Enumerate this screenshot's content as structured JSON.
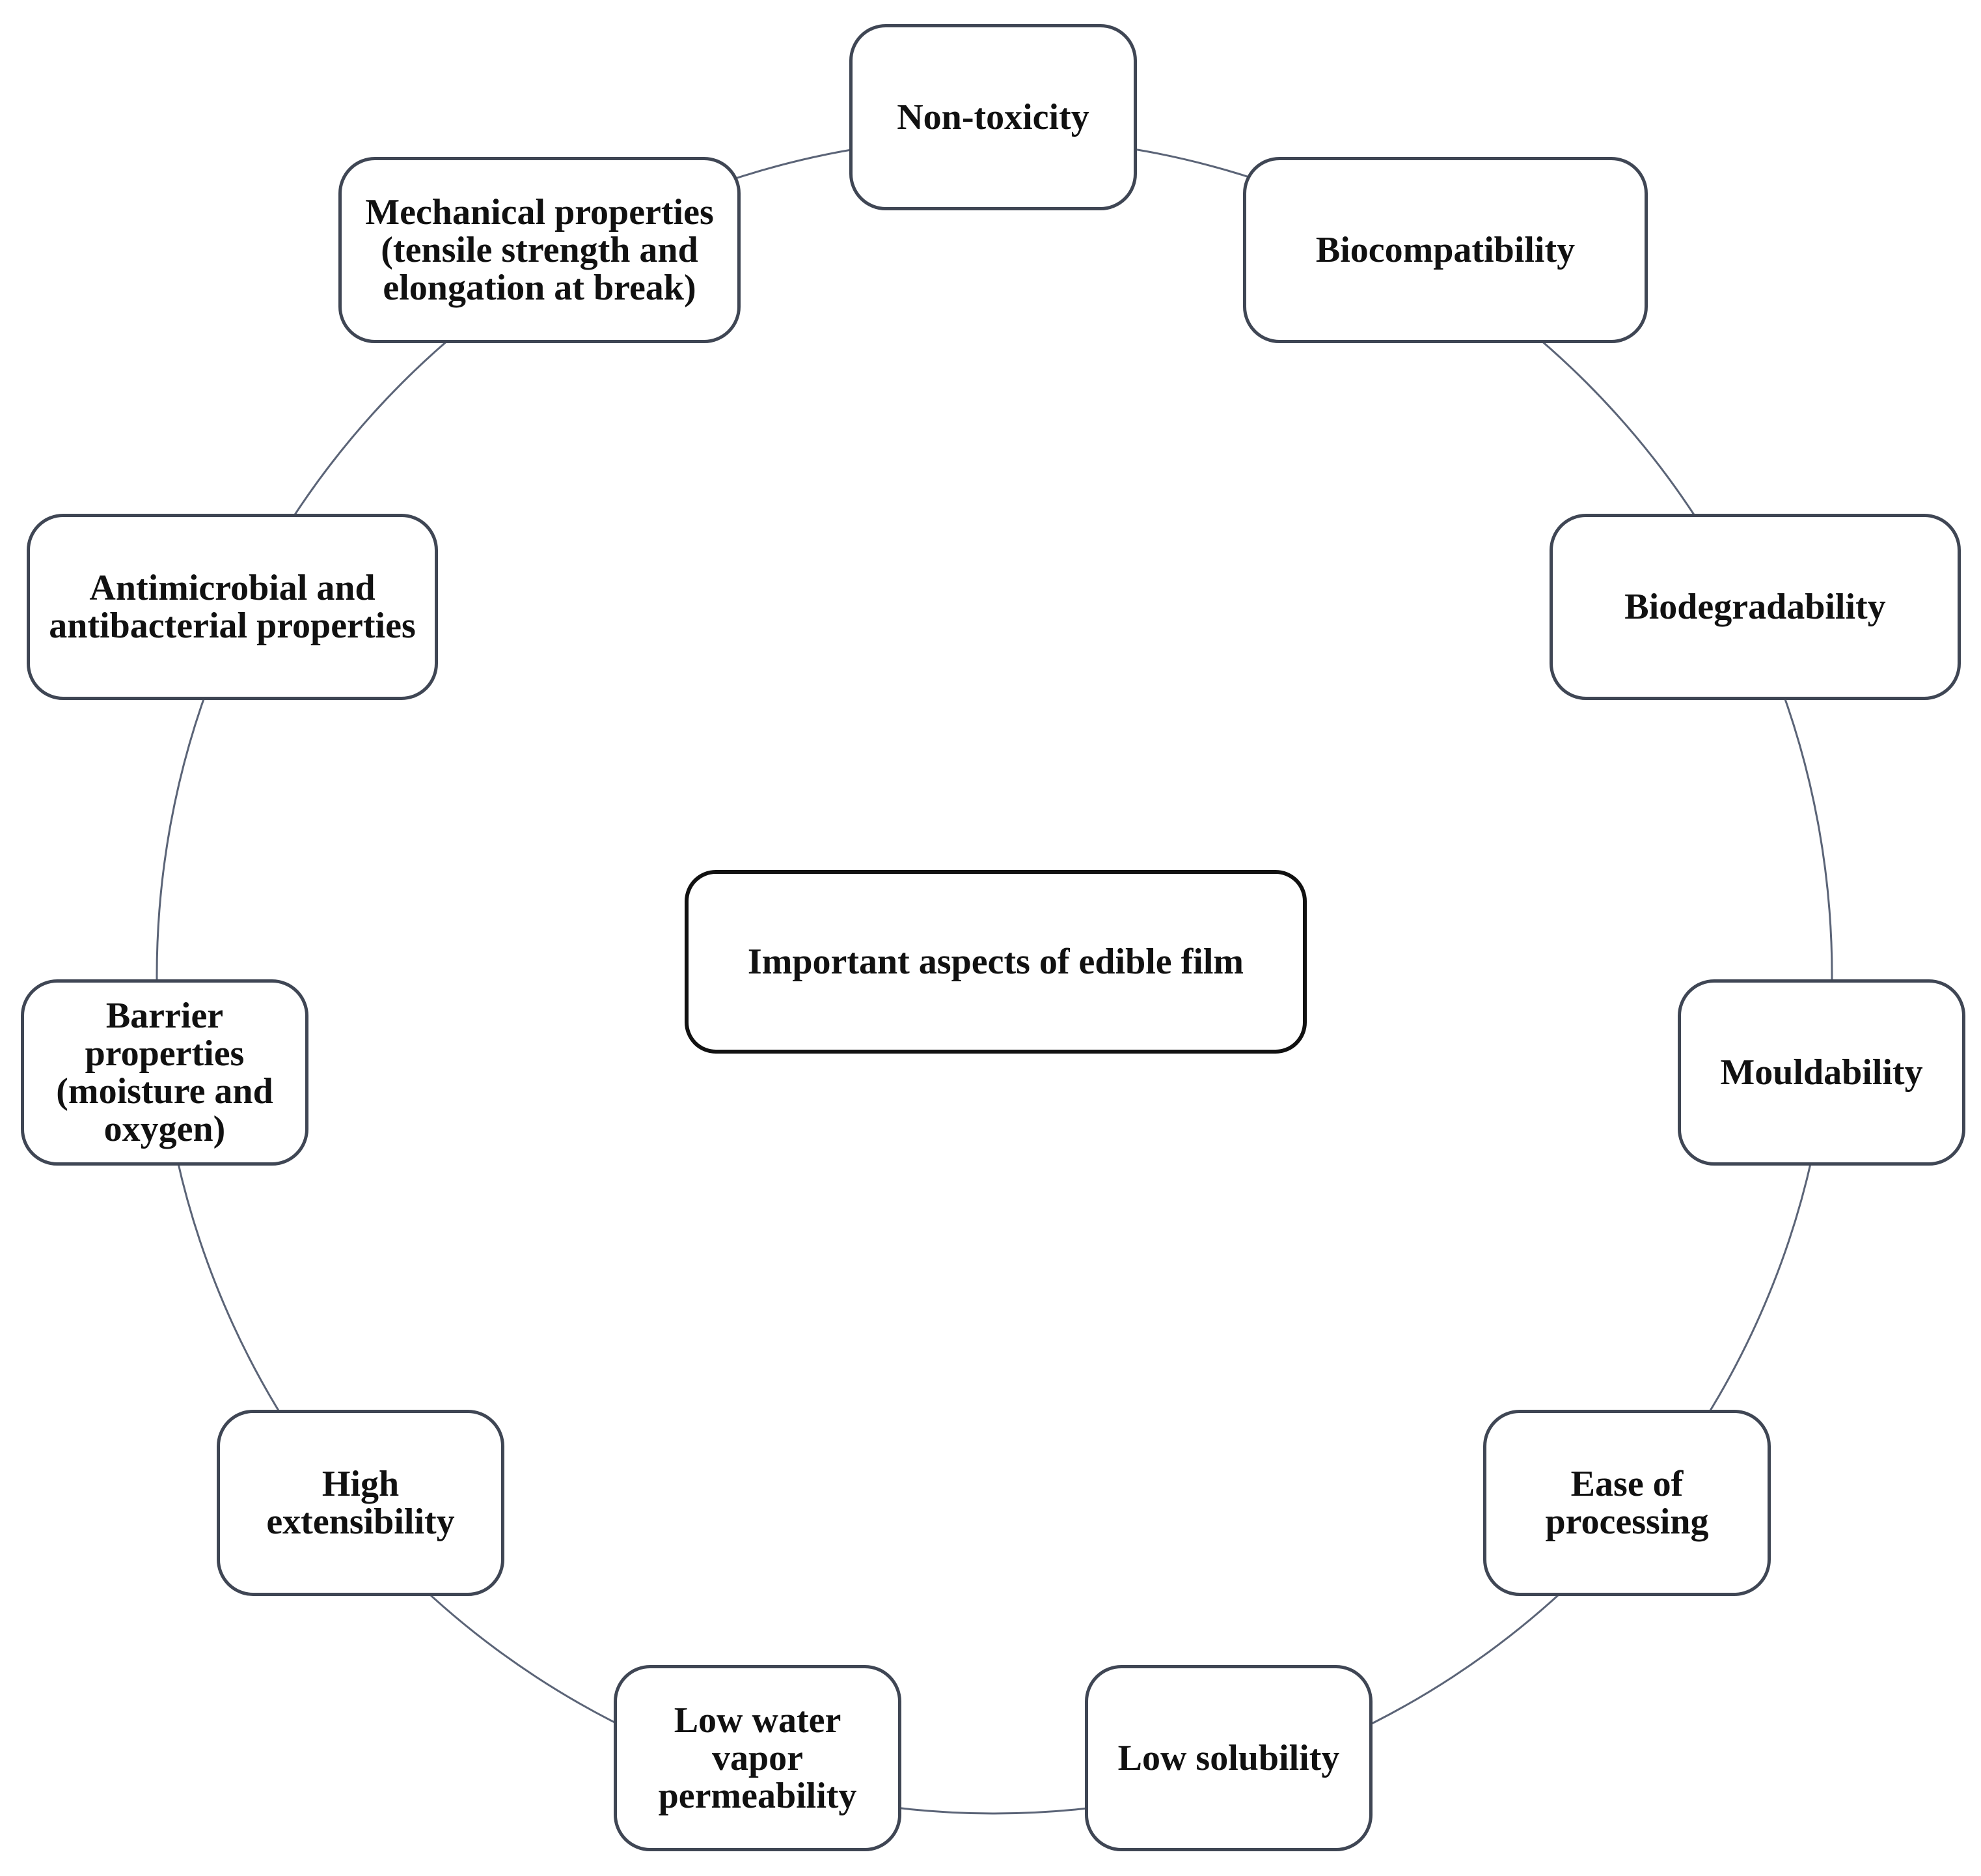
{
  "diagram": {
    "center": {
      "label": "Important aspects of edible film"
    },
    "aspects": [
      {
        "id": "non-toxicity",
        "label": "Non-toxicity"
      },
      {
        "id": "biocompatibility",
        "label": "Biocompatibility"
      },
      {
        "id": "biodegradability",
        "label": "Biodegradability"
      },
      {
        "id": "mouldability",
        "label": "Mouldability"
      },
      {
        "id": "ease-of-processing",
        "label": "Ease of processing"
      },
      {
        "id": "low-solubility",
        "label": "Low solubility"
      },
      {
        "id": "low-water-vapor-permeability",
        "label": "Low water vapor permeability"
      },
      {
        "id": "high-extensibility",
        "label": "High extensibility"
      },
      {
        "id": "barrier-properties",
        "label": "Barrier properties (moisture and oxygen)"
      },
      {
        "id": "antimicrobial-antibacterial",
        "label": "Antimicrobial and antibacterial properties"
      },
      {
        "id": "mechanical-properties",
        "label": "Mechanical properties (tensile strength and elongation at break)"
      }
    ],
    "colors": {
      "ring_line": "#5b6477",
      "box_border": "#3f4654",
      "center_border": "#111111",
      "text": "#111111",
      "background": "#ffffff"
    }
  }
}
